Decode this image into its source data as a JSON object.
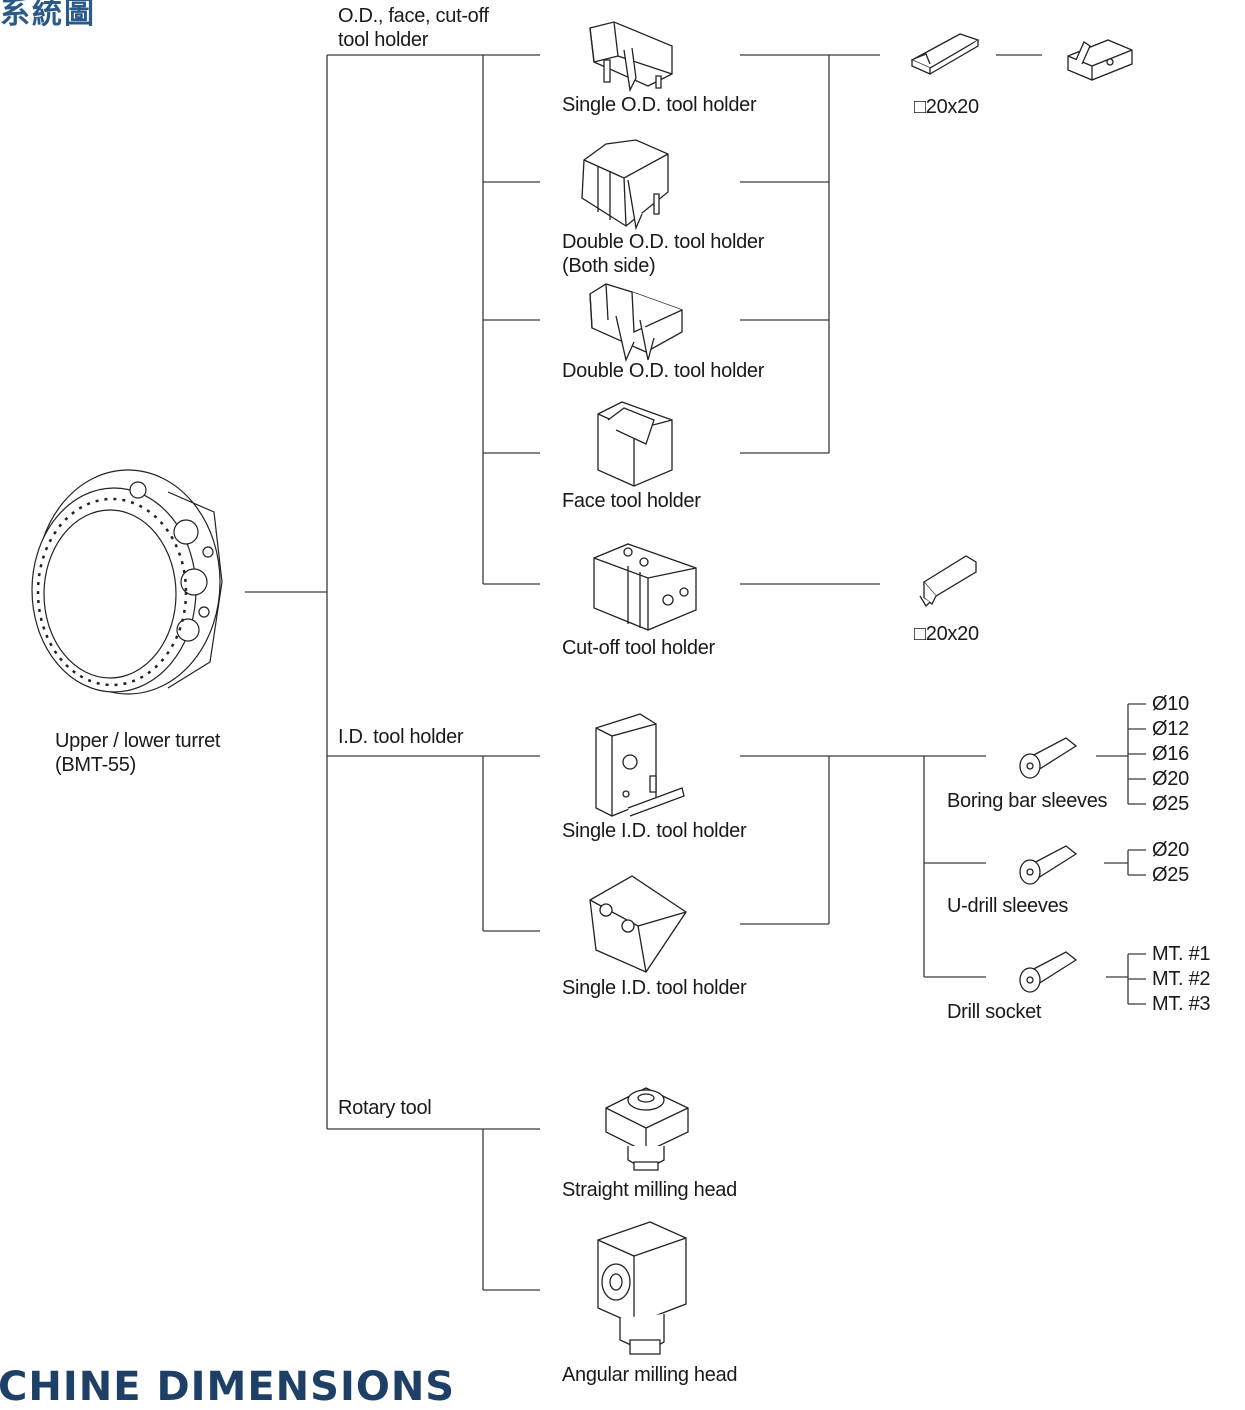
{
  "header": {
    "corner_title": "系統圖"
  },
  "footer": {
    "section_title": "CHINE DIMENSIONS"
  },
  "root": {
    "name": "Upper / lower turret",
    "model": "(BMT-55)",
    "icon": "turret-icon"
  },
  "groups": {
    "od_face_cutoff": {
      "label_line1": "O.D., face, cut-off",
      "label_line2": "tool holder"
    },
    "id_holder": {
      "label": "I.D. tool holder"
    },
    "rotary": {
      "label": "Rotary tool"
    }
  },
  "holders": {
    "single_od": "Single O.D. tool holder",
    "double_od_both_1": "Double O.D. tool holder",
    "double_od_both_2": "(Both side)",
    "double_od": "Double O.D. tool holder",
    "face": "Face tool holder",
    "cutoff": "Cut-off tool holder",
    "single_id_1": "Single I.D. tool holder",
    "single_id_2": "Single I.D. tool holder",
    "straight_milling": "Straight milling head",
    "angular_milling": "Angular milling head"
  },
  "shanks": {
    "od_size": "□20x20",
    "cutoff_size": "□20x20"
  },
  "sleeves": {
    "boring_bar": {
      "label": "Boring bar sleeves",
      "sizes": [
        "Ø10",
        "Ø12",
        "Ø16",
        "Ø20",
        "Ø25"
      ]
    },
    "u_drill": {
      "label": "U-drill sleeves",
      "sizes": [
        "Ø20",
        "Ø25"
      ]
    },
    "drill_socket": {
      "label": "Drill socket",
      "sizes": [
        "MT. #1",
        "MT. #2",
        "MT. #3"
      ]
    }
  }
}
